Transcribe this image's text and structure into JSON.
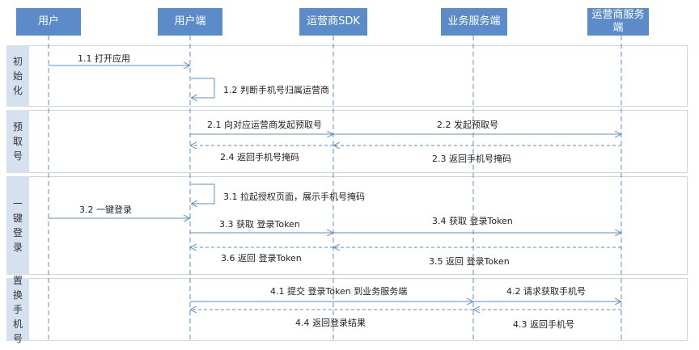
{
  "actors": [
    "用户",
    "用户端",
    "运营商SDK",
    "业务服务端",
    "运营商服务端"
  ],
  "phases": [
    "初始化",
    "预取号",
    "一键登录",
    "置换手机号"
  ],
  "messages": {
    "m1_1": "1.1 打开应用",
    "m1_2": "1.2 判断手机号归属运营商",
    "m2_1": "2.1 向对应运营商发起预取号",
    "m2_2": "2.2 发起预取号",
    "m2_4": "2.4 返回手机号掩码",
    "m2_3": "2.3 返回手机号掩码",
    "m3_1": "3.1 拉起授权页面，展示手机号掩码",
    "m3_2": "3.2 一键登录",
    "m3_3": "3.3 获取 登录Token",
    "m3_4": "3.4 获取 登录Token",
    "m3_6": "3.6 返回 登录Token",
    "m3_5": "3.5 返回 登录Token",
    "m4_1": "4.1 提交 登录Token 到业务服务端",
    "m4_2": "4.2 请求获取手机号",
    "m4_4": "4.4 返回登录结果",
    "m4_3": "4.3 返回手机号"
  },
  "colors": {
    "actor": "#5b8cc9",
    "phase": "#d6e1ef",
    "arrow": "#5b8cc9"
  }
}
